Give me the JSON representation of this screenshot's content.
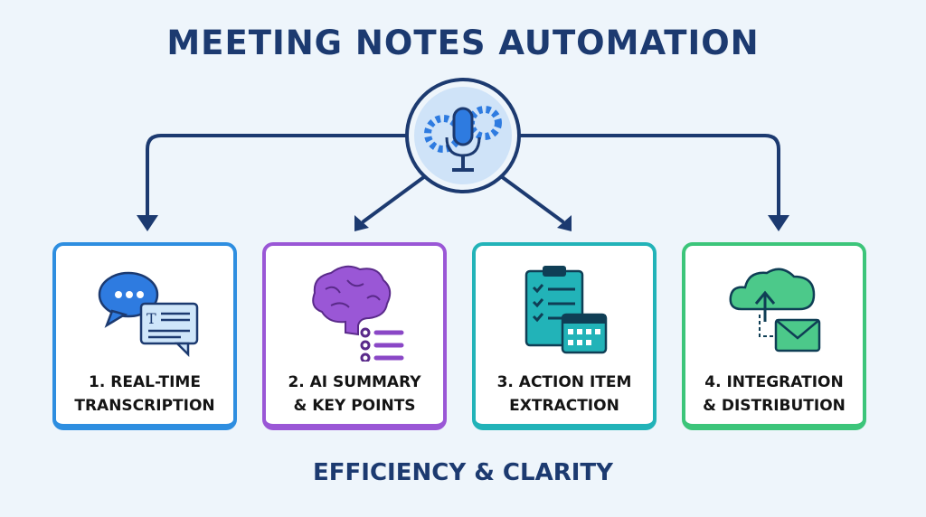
{
  "title": "MEETING NOTES AUTOMATION",
  "center_icon": "microphone-gears-icon",
  "cards": [
    {
      "line1": "1. REAL-TIME",
      "line2": "TRANSCRIPTION",
      "icon": "chat-transcript-icon",
      "color": "#2e8ee0"
    },
    {
      "line1": "2. AI SUMMARY",
      "line2": "& KEY POINTS",
      "icon": "brain-list-icon",
      "color": "#9a57d6"
    },
    {
      "line1": "3. ACTION ITEM",
      "line2": "EXTRACTION",
      "icon": "checklist-calendar-icon",
      "color": "#22b3b8"
    },
    {
      "line1": "4. INTEGRATION",
      "line2": "& DISTRIBUTION",
      "icon": "cloud-email-icon",
      "color": "#3cc57a"
    }
  ],
  "footer": "EFFICIENCY & CLARITY"
}
